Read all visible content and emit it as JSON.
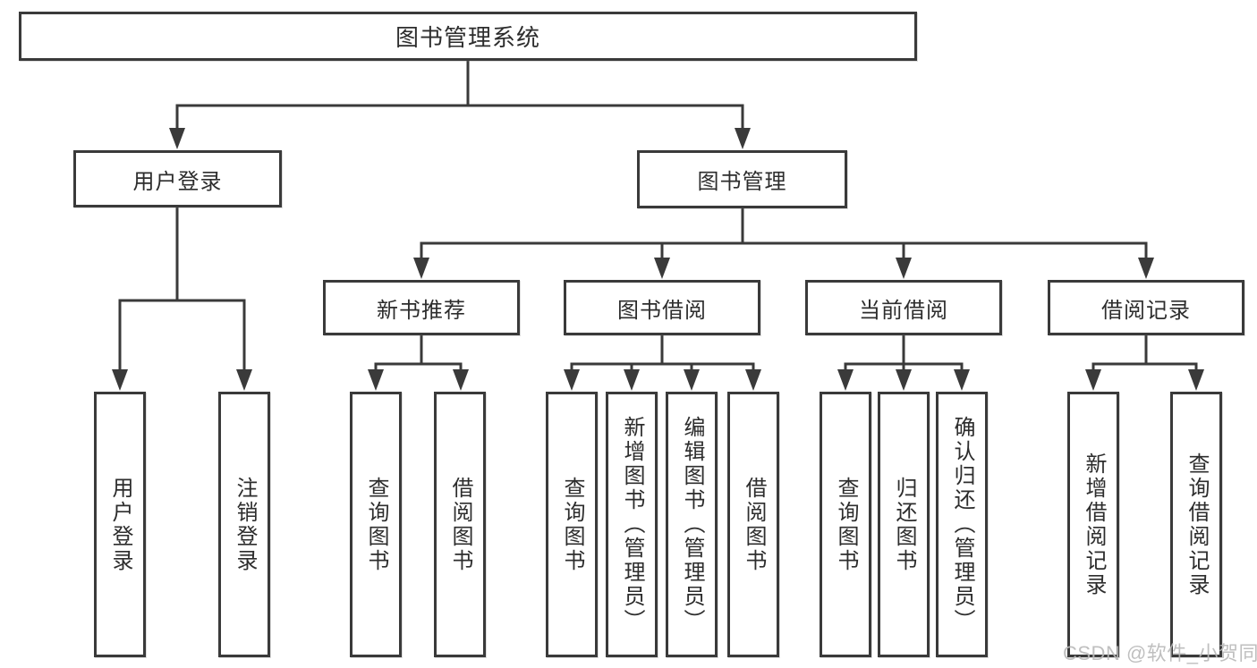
{
  "colors": {
    "line": "#3a3a3a",
    "text": "#2d2d2d",
    "watermark": "#b9b9b9"
  },
  "watermark": {
    "text": "CSDN @软件_小贺同学"
  },
  "tree": {
    "root": {
      "label": "图书管理系统",
      "children": [
        {
          "label": "用户登录",
          "children": [
            {
              "label": "用户登录"
            },
            {
              "label": "注销登录"
            }
          ]
        },
        {
          "label": "图书管理",
          "children": [
            {
              "label": "新书推荐",
              "children": [
                {
                  "label": "查询图书"
                },
                {
                  "label": "借阅图书"
                }
              ]
            },
            {
              "label": "图书借阅",
              "children": [
                {
                  "label": "查询图书"
                },
                {
                  "label": "新增图书（管理员）"
                },
                {
                  "label": "编辑图书（管理员）"
                },
                {
                  "label": "借阅图书"
                }
              ]
            },
            {
              "label": "当前借阅",
              "children": [
                {
                  "label": "查询图书"
                },
                {
                  "label": "归还图书"
                },
                {
                  "label": "确认归还（管理员）"
                }
              ]
            },
            {
              "label": "借阅记录",
              "children": [
                {
                  "label": "新增借阅记录"
                },
                {
                  "label": "查询借阅记录"
                }
              ]
            }
          ]
        }
      ]
    }
  }
}
